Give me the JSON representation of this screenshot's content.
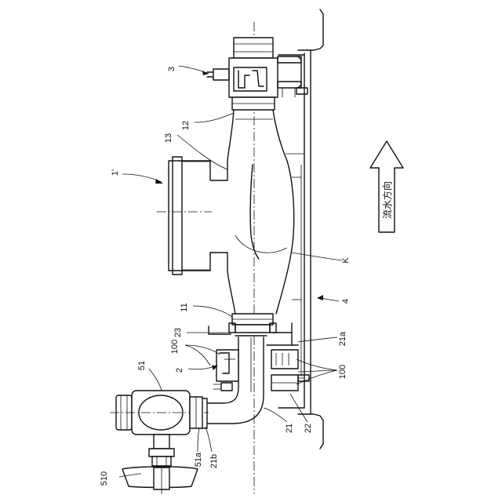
{
  "labels": {
    "l3": "3",
    "l12": "12",
    "l13": "13",
    "l1p": "1'",
    "lK": "K",
    "l4": "4",
    "l11": "11",
    "l23": "23",
    "l100a": "100",
    "l21a": "21a",
    "l2": "2",
    "l51": "51",
    "l100b": "100",
    "l21": "21",
    "l22": "22",
    "l51a": "51a",
    "l21b": "21b",
    "l510": "510"
  },
  "flow_direction_text": "流水方向",
  "icons": {
    "flow": "arrow-up-icon"
  }
}
